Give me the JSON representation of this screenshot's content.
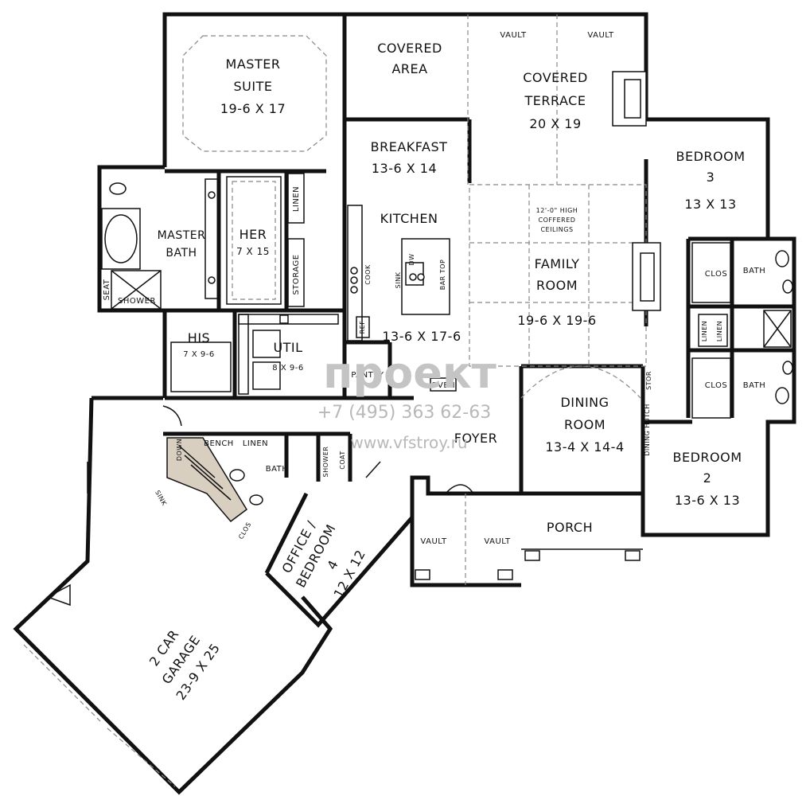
{
  "rooms": {
    "master_suite": [
      "MASTER",
      "SUITE",
      "19-6 X 17"
    ],
    "covered_area": [
      "COVERED",
      "AREA"
    ],
    "covered_terrace": [
      "COVERED",
      "TERRACE",
      "20 X 19"
    ],
    "breakfast": [
      "BREAKFAST",
      "13-6 X 14"
    ],
    "kitchen": [
      "KITCHEN",
      "13-6 X 17-6"
    ],
    "master_bath": [
      "MASTER",
      "BATH"
    ],
    "her": [
      "HER",
      "7 X 15"
    ],
    "his": [
      "HIS",
      "7 X 9-6"
    ],
    "util": [
      "UTIL",
      "8 X 9-6"
    ],
    "family_room": [
      "FAMILY",
      "ROOM",
      "19-6 X 19-6"
    ],
    "coffered_note": [
      "12'-0\" HIGH",
      "COFFERED",
      "CEILINGS"
    ],
    "bedroom3": [
      "BEDROOM",
      "3",
      "13 X 13"
    ],
    "bedroom2": [
      "BEDROOM",
      "2",
      "13-6 X 13"
    ],
    "dining_room": [
      "DINING",
      "ROOM",
      "13-4 X 14-4"
    ],
    "foyer": "FOYER",
    "porch": "PORCH",
    "office": [
      "OFFICE /",
      "BEDROOM",
      "4",
      "12 X 12"
    ],
    "garage": [
      "2 CAR",
      "GARAGE",
      "23-9 X 25"
    ]
  },
  "fixtures": {
    "linen": "LINEN",
    "storage": "STORAGE",
    "clos": "CLOS",
    "bath": "BATH",
    "seat": "SEAT",
    "shower": "SHOWER",
    "pantry": "PANTRY",
    "oven": "OVEN",
    "ref": "REF",
    "cook": "COOK",
    "sink": "SINK",
    "dw": "DW",
    "bar_top": "BAR TOP",
    "bench": "BENCH",
    "coat": "COAT",
    "down": "DOWN",
    "stor": "STOR",
    "dining_hutch": "DINING HUTCH",
    "vault": "VAULT"
  },
  "watermark": {
    "logo": "проект",
    "phone": "+7 (495) 363 62-63",
    "site": "www.vfstroy.ru"
  }
}
